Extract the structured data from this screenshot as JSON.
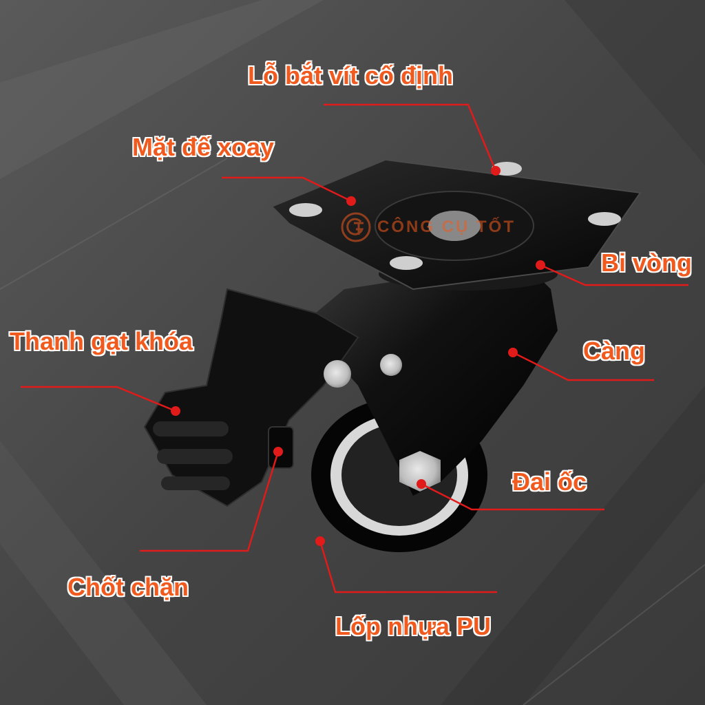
{
  "colors": {
    "accent": "#f05a1e",
    "leader_line": "#e11a1a",
    "dot": "#e11a1a",
    "background": "#4a4a4a"
  },
  "watermark": {
    "text": "CÔNG CỤ TỐT",
    "logo": "gt-logo-icon"
  },
  "labels": [
    {
      "id": "lo-bat-vit",
      "text": "Lỗ bắt vít cố định"
    },
    {
      "id": "mat-de-xoay",
      "text": "Mặt đế xoay"
    },
    {
      "id": "bi-vong",
      "text": "Bi vòng"
    },
    {
      "id": "thanh-gat-khoa",
      "text": "Thanh gạt khóa"
    },
    {
      "id": "cang",
      "text": "Càng"
    },
    {
      "id": "dai-oc",
      "text": "Đai ốc"
    },
    {
      "id": "chot-chan",
      "text": "Chốt chặn"
    },
    {
      "id": "lop-nhua-pu",
      "text": "Lốp nhựa PU"
    }
  ]
}
